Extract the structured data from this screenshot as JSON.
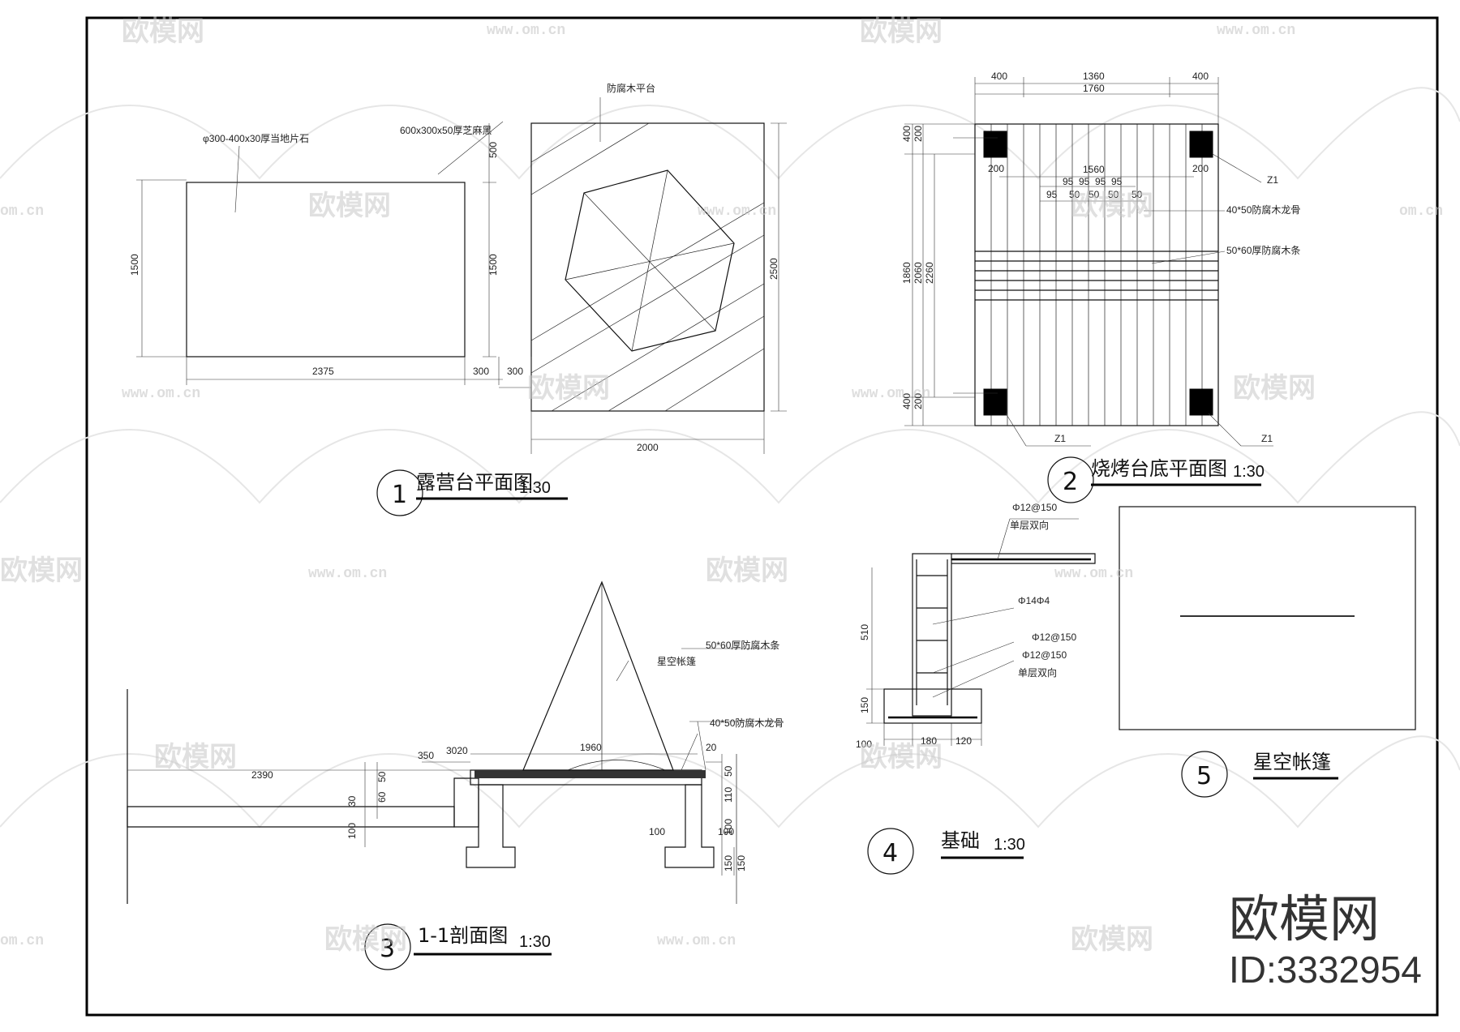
{
  "views": {
    "v1": {
      "num": "1",
      "title": "露营台平面图",
      "scale": "1:30",
      "notes": {
        "stone": "φ300-400x30厚当地片石",
        "sesame": "600x300x50厚芝麻黑",
        "deck": "防腐木平台"
      },
      "dims": {
        "w2375": "2375",
        "w300a": "300",
        "w300b": "300",
        "w2000": "2000",
        "h1500a": "1500",
        "h1500b": "1500",
        "h500": "500",
        "h2500": "2500"
      }
    },
    "v2": {
      "num": "2",
      "title": "烧烤台底平面图",
      "scale": "1:30",
      "notes": {
        "z1a": "Z1",
        "z1b": "Z1",
        "z1c": "Z1",
        "keel": "40*50防腐木龙骨",
        "strip": "50*60厚防腐木条"
      },
      "dims": {
        "d400a": "400",
        "d1360": "1360",
        "d400b": "400",
        "d1760": "1760",
        "d1560": "1560",
        "d200a": "200",
        "d200b": "200",
        "d95a": "95",
        "d95b": "95",
        "d95c": "95",
        "d95d": "95",
        "d95e": "95",
        "d50a": "50",
        "d50b": "50",
        "d50c": "50",
        "d50d": "50",
        "v400a": "400",
        "v200a": "200",
        "v1860": "1860",
        "v2060": "2060",
        "v2260": "2260",
        "v400b": "400",
        "v200b": "200"
      }
    },
    "v3": {
      "num": "3",
      "title": "1-1剖面图",
      "scale": "1:30",
      "notes": {
        "tent": "星空帐篷",
        "strip": "50*60厚防腐木条",
        "keel": "40*50防腐木龙骨"
      },
      "dims": {
        "d350": "350",
        "d3020": "3020",
        "d1960": "1960",
        "d20": "20",
        "d2390": "2390",
        "d100a": "100",
        "d100b": "100",
        "d50": "50",
        "d30": "30",
        "d100c": "100",
        "d60": "60",
        "d150": "150",
        "d100d": "100",
        "d150b": "150",
        "d50b": "50",
        "d110": "110"
      }
    },
    "v4": {
      "num": "4",
      "title": "基础",
      "scale": "1:30",
      "notes": {
        "rebar1": "Φ12@150",
        "layer1": "单层双向",
        "stirrup": "Φ14Φ4",
        "rebar2": "Φ12@150",
        "rebar3": "Φ12@150",
        "layer2": "单层双向"
      },
      "dims": {
        "h510": "510",
        "h150": "150",
        "w100": "100",
        "w180": "180",
        "w120": "120"
      }
    },
    "v5": {
      "num": "5",
      "title": "星空帐篷"
    }
  },
  "watermark": {
    "name": "欧模网",
    "url": "www.om.cn",
    "url_short": "om.cn"
  },
  "brand": {
    "name": "欧模网",
    "id": "ID:3332954"
  }
}
